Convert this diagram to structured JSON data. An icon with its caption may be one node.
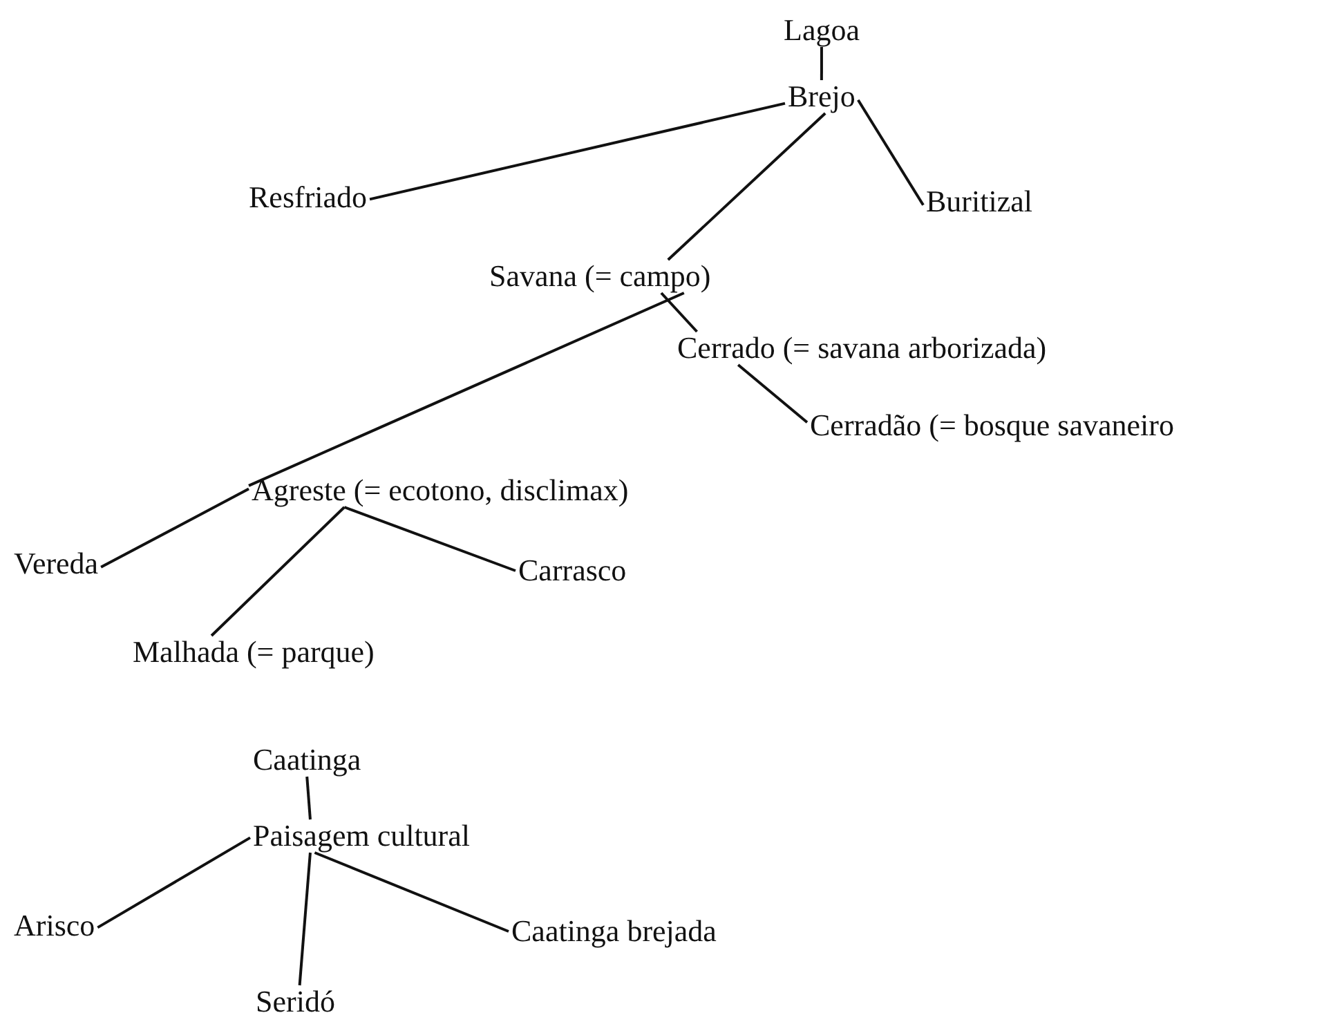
{
  "diagram": {
    "nodes": [
      {
        "text": [
          "Lagoa"
        ]
      },
      {
        "text": [
          "Brejo"
        ]
      },
      {
        "text": [
          "Resfriado"
        ]
      },
      {
        "text": [
          "Buritizal"
        ]
      },
      {
        "text": [
          "Savana (= campo)"
        ]
      },
      {
        "text": [
          "Cerrado (= savana arborizada)"
        ]
      },
      {
        "text": [
          "Cerradão (= bosque savaneiro"
        ]
      },
      {
        "text": [
          "Agreste (= ecotono, disclimax)"
        ]
      },
      {
        "text": [
          "Vereda"
        ]
      },
      {
        "text": [
          "Carrasco"
        ]
      },
      {
        "text": [
          "Malhada (= parque)"
        ]
      },
      {
        "text": [
          "Caatinga"
        ]
      },
      {
        "text": [
          "Paisagem cultural"
        ]
      },
      {
        "text": [
          "Arisco"
        ]
      },
      {
        "text": [
          "Caatinga brejada"
        ]
      },
      {
        "text": [
          "Seridó"
        ]
      }
    ],
    "edges": [
      {
        "from": 0,
        "to": 1,
        "arrow": "none"
      },
      {
        "from": 1,
        "to": 2,
        "arrow": "none"
      },
      {
        "from": 1,
        "to": 3,
        "arrow": "none"
      },
      {
        "from": 1,
        "to": 4,
        "arrow": "none"
      },
      {
        "from": 4,
        "to": 5,
        "arrow": "none"
      },
      {
        "from": 4,
        "to": 7,
        "arrow": "none"
      },
      {
        "from": 5,
        "to": 6,
        "arrow": "none"
      },
      {
        "from": 7,
        "to": 8,
        "arrow": "none"
      },
      {
        "from": 7,
        "to": 9,
        "arrow": "none"
      },
      {
        "from": 7,
        "to": 10,
        "arrow": "none"
      },
      {
        "from": 11,
        "to": 12,
        "arrow": "none"
      },
      {
        "from": 12,
        "to": 13,
        "arrow": "none"
      },
      {
        "from": 12,
        "to": 14,
        "arrow": "none"
      },
      {
        "from": 12,
        "to": 15,
        "arrow": "none"
      }
    ]
  }
}
